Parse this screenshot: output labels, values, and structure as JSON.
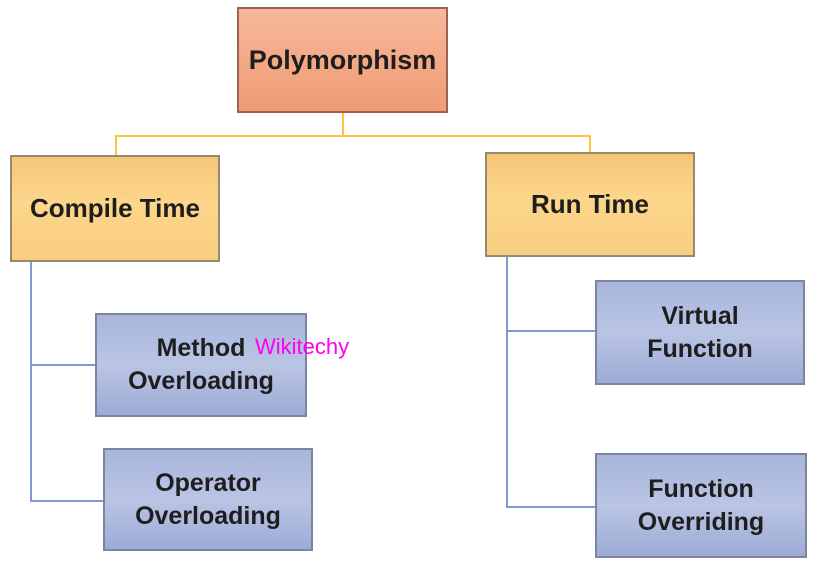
{
  "diagram": {
    "title": "Polymorphism hierarchy diagram",
    "root": {
      "label": "Polymorphism"
    },
    "branches": [
      {
        "id": "compile-time",
        "label": "Compile Time"
      },
      {
        "id": "run-time",
        "label": "Run Time"
      }
    ],
    "leaves": [
      {
        "id": "method-overloading",
        "parent": "compile-time",
        "label": "Method Overloading"
      },
      {
        "id": "operator-overloading",
        "parent": "compile-time",
        "label": "Operator Overloading"
      },
      {
        "id": "virtual-function",
        "parent": "run-time",
        "label": "Virtual Function"
      },
      {
        "id": "function-overriding",
        "parent": "run-time",
        "label": "Function Overriding"
      }
    ],
    "watermark": {
      "text": "Wikitechy"
    }
  },
  "colors": {
    "root_fill_top": "#f7b89b",
    "root_fill_bottom": "#ef9c77",
    "root_border": "#9a6450",
    "branch_fill_top": "#f5c678",
    "branch_fill_bottom": "#f8cd80",
    "branch_border": "#948a72",
    "leaf_fill_top": "#a8b5dc",
    "leaf_fill_bottom": "#9dabd5",
    "leaf_border": "#7c84a0",
    "gold_line": "#fcc540",
    "blue_line": "#7e9ad2",
    "watermark_color": "#ff00f0",
    "text_color": "#1e1e1e"
  }
}
